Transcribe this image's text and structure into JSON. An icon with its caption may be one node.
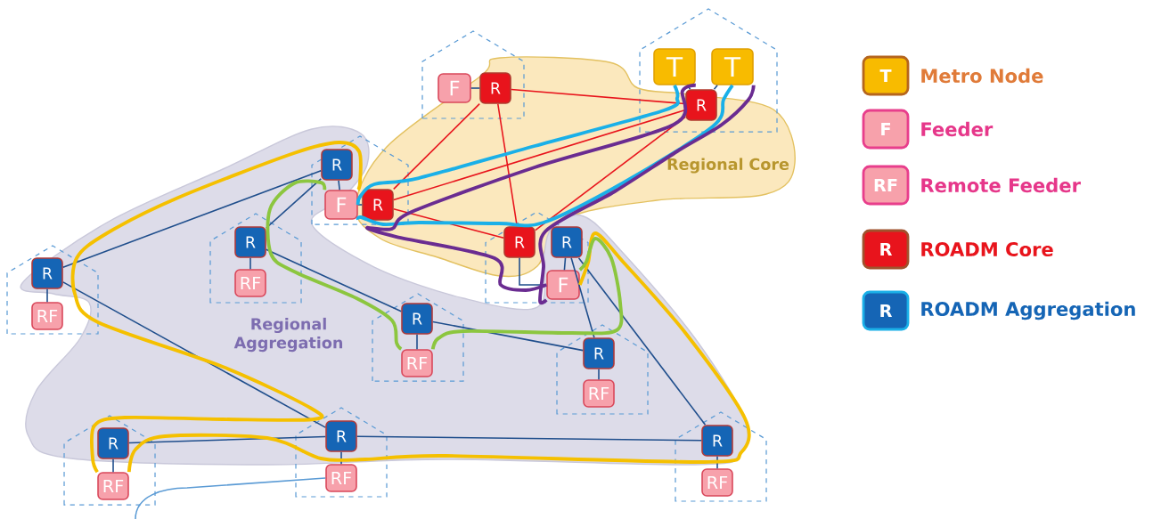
{
  "diagram": {
    "nodes": [
      {
        "text": [
          "Regional Core"
        ]
      },
      {
        "text": [
          "Regional Aggregation"
        ]
      },
      {
        "text": [
          "F"
        ]
      },
      {
        "text": [
          "R"
        ],
        "in": 0
      },
      {
        "text": [
          "T"
        ]
      },
      {
        "text": [
          "T"
        ]
      },
      {
        "text": [
          "R"
        ],
        "in": 0
      },
      {
        "text": [
          "F"
        ]
      },
      {
        "text": [
          "R"
        ],
        "in": 0
      },
      {
        "text": [
          "R"
        ],
        "in": 0
      },
      {
        "text": [
          "R"
        ],
        "in": 1
      },
      {
        "text": [
          "F"
        ],
        "in": 1
      },
      {
        "text": [
          "R"
        ],
        "in": 1
      },
      {
        "text": [
          "R"
        ],
        "in": 1
      },
      {
        "text": [
          "RF"
        ]
      },
      {
        "text": [
          "R"
        ],
        "in": 1
      },
      {
        "text": [
          "RF"
        ],
        "in": 1
      },
      {
        "text": [
          "R"
        ],
        "in": 1
      },
      {
        "text": [
          "RF"
        ],
        "in": 1
      },
      {
        "text": [
          "R"
        ],
        "in": 1
      },
      {
        "text": [
          "RF"
        ],
        "in": 1
      },
      {
        "text": [
          "R"
        ],
        "in": 1
      },
      {
        "text": [
          "RF"
        ]
      },
      {
        "text": [
          "R"
        ],
        "in": 1
      },
      {
        "text": [
          "RF"
        ]
      },
      {
        "text": [
          "R"
        ],
        "in": 1
      },
      {
        "text": [
          "RF"
        ]
      }
    ],
    "edges": [
      {
        "from": 3,
        "to": 8,
        "arrow": "none",
        "color": "#e8141c"
      },
      {
        "from": 3,
        "to": 9,
        "arrow": "none",
        "color": "#e8141c"
      },
      {
        "from": 3,
        "to": 6,
        "arrow": "none",
        "color": "#e8141c"
      },
      {
        "from": 8,
        "to": 6,
        "arrow": "none",
        "color": "#e8141c"
      },
      {
        "from": 8,
        "to": 9,
        "arrow": "none",
        "color": "#e8141c"
      },
      {
        "from": 9,
        "to": 6,
        "arrow": "none",
        "color": "#e8141c"
      },
      {
        "from": 2,
        "to": 3,
        "arrow": "none"
      },
      {
        "from": 4,
        "to": 6,
        "arrow": "none"
      },
      {
        "from": 5,
        "to": 6,
        "arrow": "none"
      },
      {
        "from": 7,
        "to": 8,
        "arrow": "none"
      },
      {
        "from": 9,
        "to": 11,
        "arrow": "none"
      },
      {
        "from": 10,
        "to": 11,
        "arrow": "none"
      },
      {
        "from": 12,
        "to": 7,
        "arrow": "none"
      },
      {
        "from": 13,
        "to": 14,
        "arrow": "none"
      },
      {
        "from": 15,
        "to": 16,
        "arrow": "none"
      },
      {
        "from": 17,
        "to": 18,
        "arrow": "none"
      },
      {
        "from": 19,
        "to": 20,
        "arrow": "none"
      },
      {
        "from": 21,
        "to": 22,
        "arrow": "none"
      },
      {
        "from": 23,
        "to": 24,
        "arrow": "none"
      },
      {
        "from": 25,
        "to": 26,
        "arrow": "none"
      },
      {
        "from": 12,
        "to": 13,
        "arrow": "none"
      },
      {
        "from": 12,
        "to": 15,
        "arrow": "none"
      },
      {
        "from": 13,
        "to": 23,
        "arrow": "none"
      },
      {
        "from": 15,
        "to": 17,
        "arrow": "none"
      },
      {
        "from": 17,
        "to": 19,
        "arrow": "none"
      },
      {
        "from": 10,
        "to": 19,
        "arrow": "none"
      },
      {
        "from": 10,
        "to": 25,
        "arrow": "none"
      },
      {
        "from": 21,
        "to": 23,
        "arrow": "none"
      },
      {
        "from": 23,
        "to": 25,
        "arrow": "none"
      },
      {
        "from": 24,
        "to": null,
        "arrow": "none",
        "color": "#5b9bd5"
      },
      {
        "from": 22,
        "to": 7,
        "arrow": "none",
        "style": "thick",
        "color": "#f5c000"
      },
      {
        "from": 22,
        "to": 11,
        "arrow": "none",
        "style": "thick",
        "color": "#f5c000"
      },
      {
        "from": 7,
        "to": 18,
        "arrow": "none",
        "style": "thick",
        "color": "#8cc63f"
      },
      {
        "from": 18,
        "to": 11,
        "arrow": "none",
        "style": "thick",
        "color": "#8cc63f"
      },
      {
        "from": 4,
        "to": 7,
        "arrow": "none",
        "style": "thick",
        "color": "#1ab0e8"
      },
      {
        "from": 5,
        "to": 7,
        "arrow": "none",
        "style": "thick",
        "color": "#1ab0e8"
      },
      {
        "from": 4,
        "to": 11,
        "arrow": "none",
        "style": "thick",
        "color": "#6a2c91"
      },
      {
        "from": 5,
        "to": 11,
        "arrow": "none",
        "style": "thick",
        "color": "#6a2c91"
      }
    ],
    "labels": [
      "T",
      "F",
      "RF",
      "R",
      "R"
    ],
    "legend": [
      {
        "text": "Metro Node",
        "color": "#f8bb00"
      },
      {
        "text": "Feeder",
        "color": "#f7a1ab"
      },
      {
        "text": "Remote Feeder",
        "color": "#f7a1ab"
      },
      {
        "text": "ROADM Core",
        "color": "#e8141c"
      },
      {
        "text": "ROADM Aggregation",
        "color": "#1565b5"
      }
    ]
  }
}
